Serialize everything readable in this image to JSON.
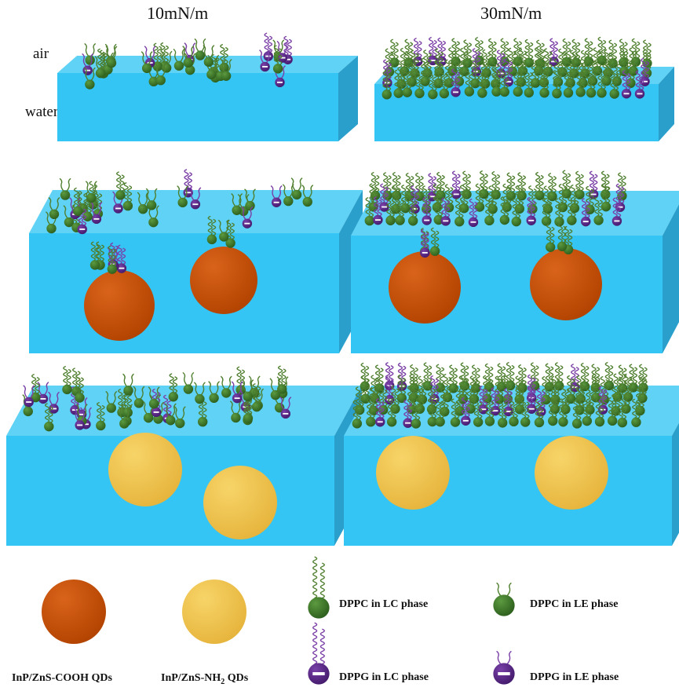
{
  "headers": {
    "left": "10mN/m",
    "right": "30mN/m"
  },
  "phase_labels": {
    "air": "air",
    "water": "water"
  },
  "colors": {
    "water_top": "#5fd2f5",
    "water_front": "#34c5f5",
    "water_side": "#2a9fcb",
    "dppc": "#3d7a2c",
    "dppg": "#5b2a8a",
    "tail_green": "#4f7f2e",
    "tail_purple": "#7a3fa6",
    "qd_cooh": "#c94e08",
    "qd_nh2": "#f0c24c"
  },
  "legend": {
    "cooh": {
      "label": "InP/ZnS-COOH QDs",
      "icon": "qd-cooh-icon"
    },
    "nh2": {
      "label_main": "InP/ZnS-NH",
      "label_sub": "2",
      "label_end": " QDs",
      "icon": "qd-nh2-icon"
    },
    "dppc_lc": {
      "label": "DPPC in LC phase",
      "icon": "dppc-lc-icon"
    },
    "dppc_le": {
      "label": "DPPC in LE phase",
      "icon": "dppc-le-icon"
    },
    "dppg_lc": {
      "label": "DPPG in LC phase",
      "icon": "dppg-lc-icon"
    },
    "dppg_le": {
      "label": "DPPG in LE phase",
      "icon": "dppg-le-icon"
    }
  }
}
